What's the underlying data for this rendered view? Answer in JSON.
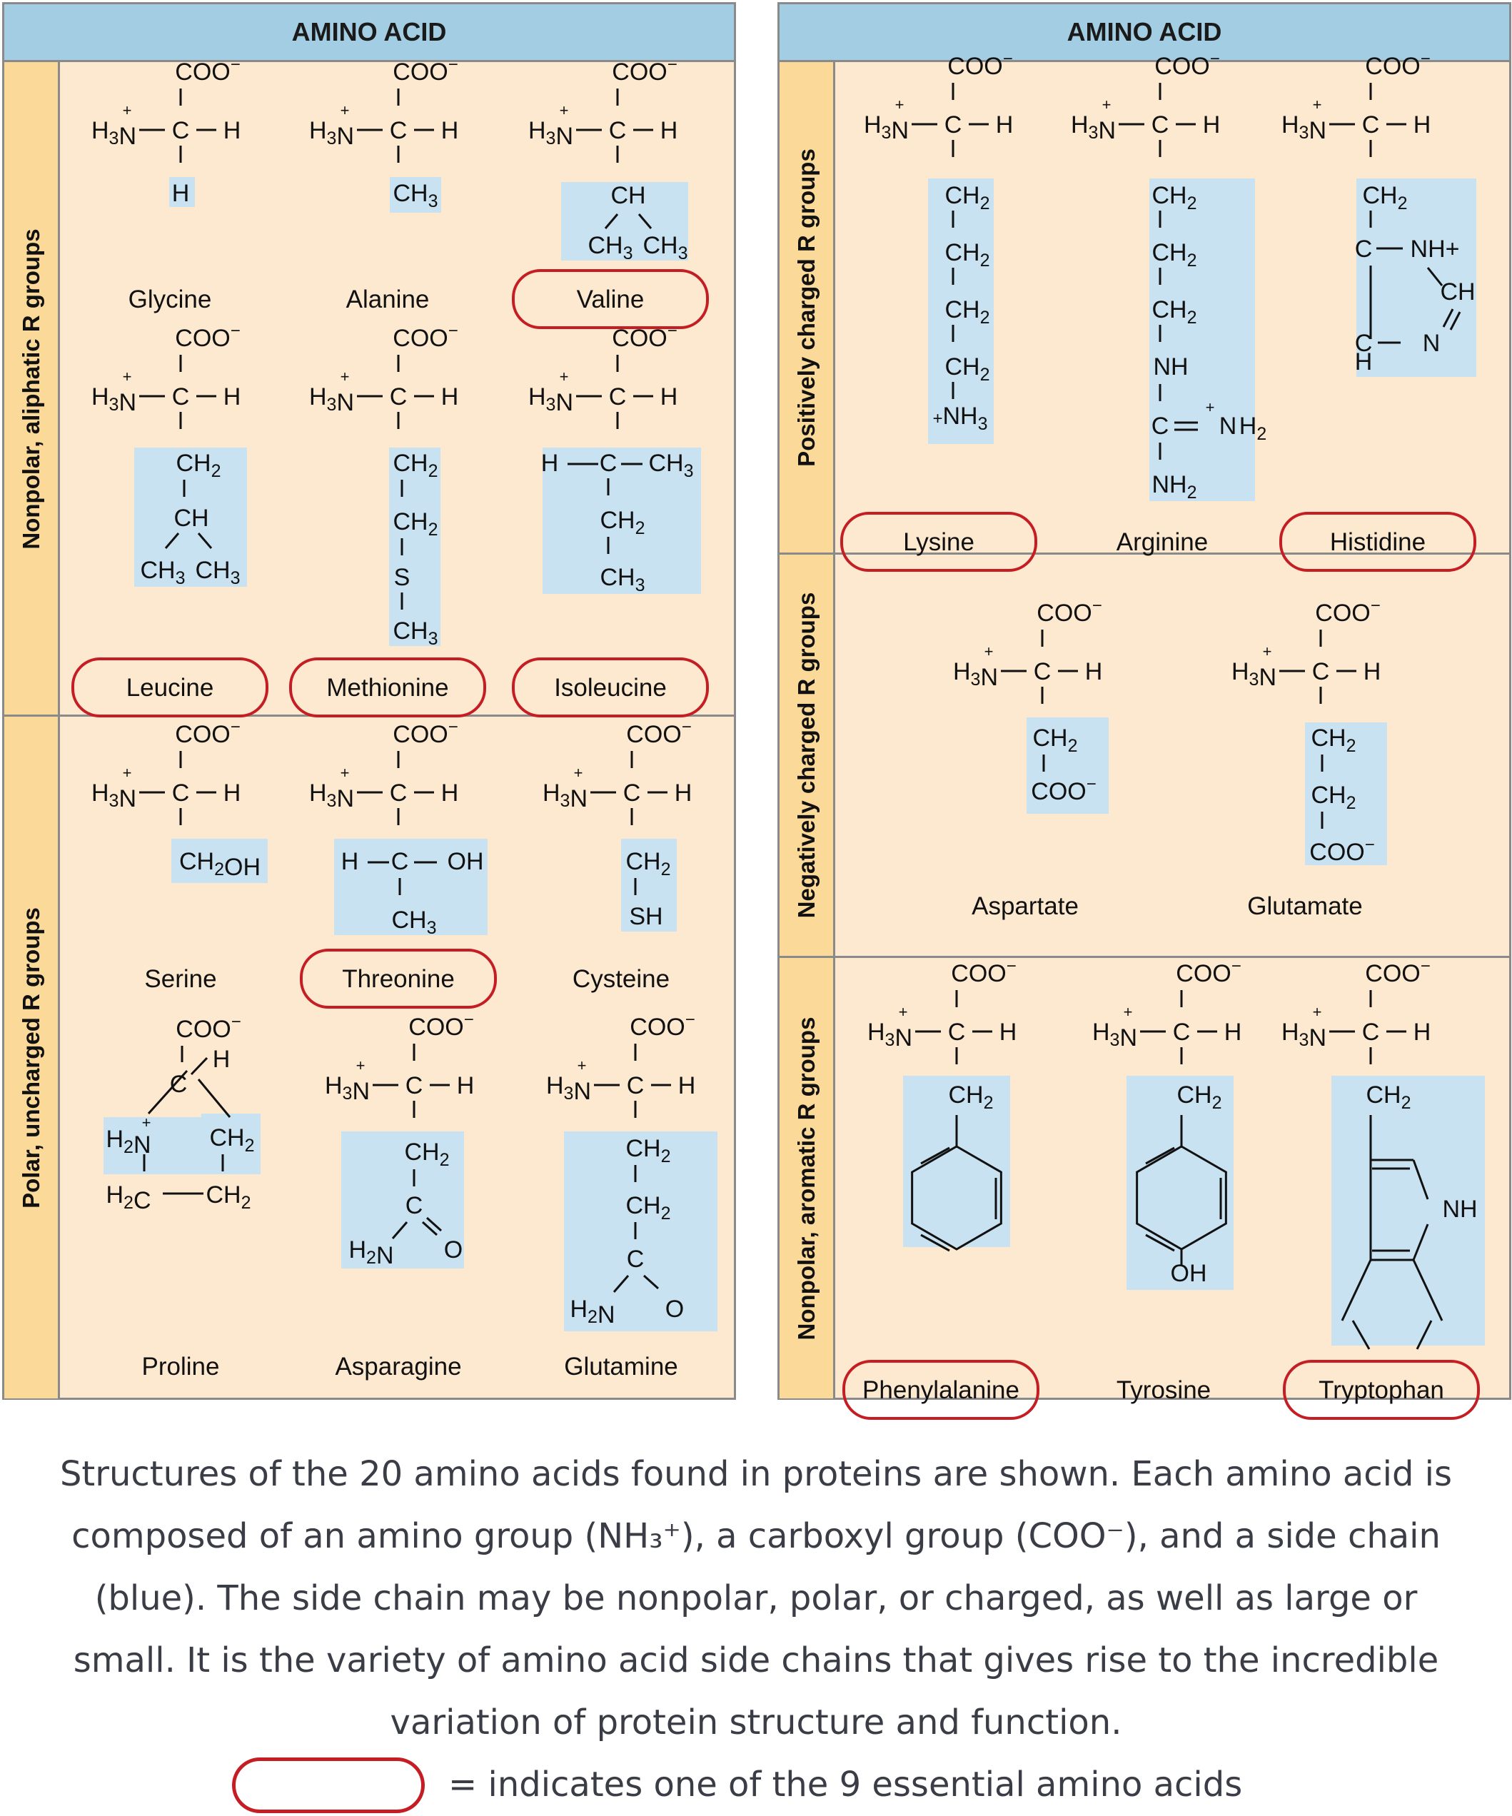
{
  "left_panel": {
    "header": "AMINO ACID",
    "groups": [
      {
        "label": "Nonpolar, aliphatic R groups"
      },
      {
        "label": "Polar, uncharged R groups"
      }
    ]
  },
  "right_panel": {
    "header": "AMINO ACID",
    "groups": [
      {
        "label": "Positively charged R groups"
      },
      {
        "label": "Negatively charged R groups"
      },
      {
        "label": "Nonpolar, aromatic R groups"
      }
    ]
  },
  "common": {
    "carboxyl": "COO⁻",
    "amino": "H₃N⁺",
    "alpha_h": "H"
  },
  "amino_acids": [
    {
      "name": "Glycine",
      "side_chain": "H",
      "essential": false,
      "group": "Nonpolar, aliphatic"
    },
    {
      "name": "Alanine",
      "side_chain": "CH3",
      "essential": false,
      "group": "Nonpolar, aliphatic"
    },
    {
      "name": "Valine",
      "side_chain": "CH(CH3)2",
      "essential": true,
      "group": "Nonpolar, aliphatic"
    },
    {
      "name": "Leucine",
      "side_chain": "CH2-CH(CH3)2",
      "essential": true,
      "group": "Nonpolar, aliphatic"
    },
    {
      "name": "Methionine",
      "side_chain": "CH2-CH2-S-CH3",
      "essential": true,
      "group": "Nonpolar, aliphatic"
    },
    {
      "name": "Isoleucine",
      "side_chain": "H-C-CH3 / CH2 / CH3",
      "essential": true,
      "group": "Nonpolar, aliphatic"
    },
    {
      "name": "Serine",
      "side_chain": "CH2OH",
      "essential": false,
      "group": "Polar, uncharged"
    },
    {
      "name": "Threonine",
      "side_chain": "H-C-OH / CH3",
      "essential": true,
      "group": "Polar, uncharged"
    },
    {
      "name": "Cysteine",
      "side_chain": "CH2-SH",
      "essential": false,
      "group": "Polar, uncharged"
    },
    {
      "name": "Proline",
      "side_chain": "ring: H2N+ CH2 H2C-CH2",
      "essential": false,
      "group": "Polar, uncharged"
    },
    {
      "name": "Asparagine",
      "side_chain": "CH2-C(=O)NH2",
      "essential": false,
      "group": "Polar, uncharged"
    },
    {
      "name": "Glutamine",
      "side_chain": "CH2-CH2-C(=O)NH2",
      "essential": false,
      "group": "Polar, uncharged"
    },
    {
      "name": "Lysine",
      "side_chain": "CH2-CH2-CH2-CH2-NH3+",
      "essential": true,
      "group": "Positively charged"
    },
    {
      "name": "Arginine",
      "side_chain": "CH2-CH2-CH2-NH-C(=NH2+)-NH2",
      "essential": false,
      "group": "Positively charged"
    },
    {
      "name": "Histidine",
      "side_chain": "CH2-imidazole (C-NH+, CH, N, C-H)",
      "essential": true,
      "group": "Positively charged"
    },
    {
      "name": "Aspartate",
      "side_chain": "CH2-COO-",
      "essential": false,
      "group": "Negatively charged"
    },
    {
      "name": "Glutamate",
      "side_chain": "CH2-CH2-COO-",
      "essential": false,
      "group": "Negatively charged"
    },
    {
      "name": "Phenylalanine",
      "side_chain": "CH2-benzene",
      "essential": true,
      "group": "Nonpolar, aromatic"
    },
    {
      "name": "Tyrosine",
      "side_chain": "CH2-phenol (OH)",
      "essential": false,
      "group": "Nonpolar, aromatic"
    },
    {
      "name": "Tryptophan",
      "side_chain": "CH2-indole (NH)",
      "essential": true,
      "group": "Nonpolar, aromatic"
    }
  ],
  "caption": {
    "lines": [
      "Structures of the 20 amino acids found in proteins are shown. Each amino acid is",
      "composed of an amino group (NH₃⁺), a carboxyl group (COO⁻), and a side chain",
      "(blue). The side chain may be nonpolar, polar, or charged, as well as large or",
      "small. It is the variety of amino acid side chains that gives rise to the incredible",
      "variation of protein structure and function."
    ],
    "legend_text": "= indicates one of the 9 essential amino acids"
  },
  "colors": {
    "panel_bg": "#fde9cf",
    "header_bg": "#a3cde2",
    "side_bg": "#fbd998",
    "side_chain_bg": "#c9e2f1",
    "essential_outline": "#c41e24",
    "caption_text": "#3a3d45"
  }
}
